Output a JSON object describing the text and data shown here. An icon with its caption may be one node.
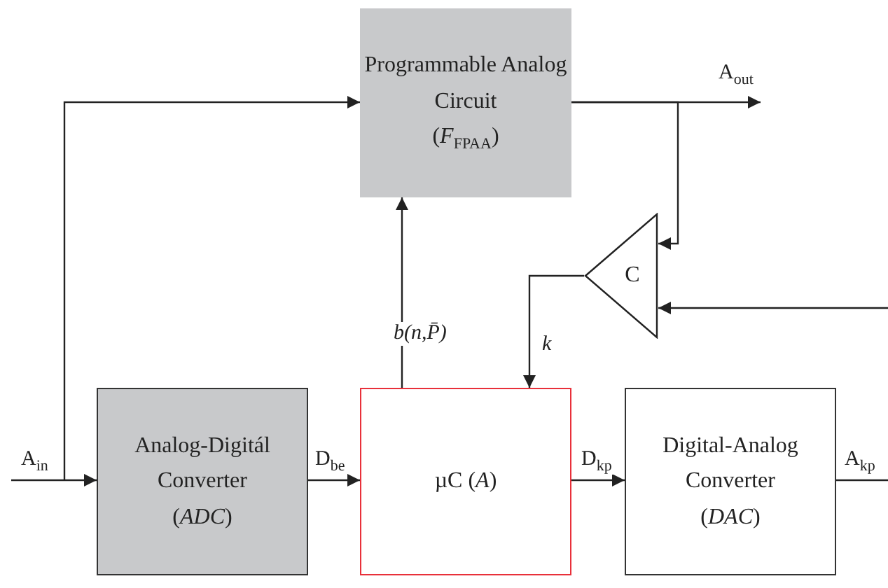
{
  "diagram": {
    "nodes": [
      {
        "text": [
          "Programmable Analog Circuit",
          "(*F*$_{FPAA}$)"
        ]
      },
      {
        "text": [
          "C"
        ]
      },
      {
        "text": [
          "Analog-Digitál Converter",
          "(*ADC*)"
        ]
      },
      {
        "text": [
          "µC (*A*)"
        ]
      },
      {
        "text": [
          "Digital-Analog Converter",
          "(*DAC*)"
        ]
      }
    ],
    "edges": [
      {
        "from": null,
        "to": 2,
        "arrow": "to",
        "label": "A$_{in}$"
      },
      {
        "from": null,
        "to": 0,
        "arrow": "to"
      },
      {
        "from": 0,
        "to": null,
        "arrow": "to",
        "label": "A$_{out}$"
      },
      {
        "from": 0,
        "to": 1,
        "arrow": "to"
      },
      {
        "from": null,
        "to": 1,
        "arrow": "to"
      },
      {
        "from": 1,
        "to": 3,
        "arrow": "to",
        "label": "k"
      },
      {
        "from": 3,
        "to": 0,
        "arrow": "to",
        "label": "b(n,P̄)"
      },
      {
        "from": 2,
        "to": 3,
        "arrow": "to",
        "label": "D$_{be}$"
      },
      {
        "from": 3,
        "to": 4,
        "arrow": "to",
        "label": "D$_{kp}$"
      },
      {
        "from": 4,
        "to": null,
        "arrow": "none",
        "label": "A$_{kp}$"
      }
    ]
  }
}
